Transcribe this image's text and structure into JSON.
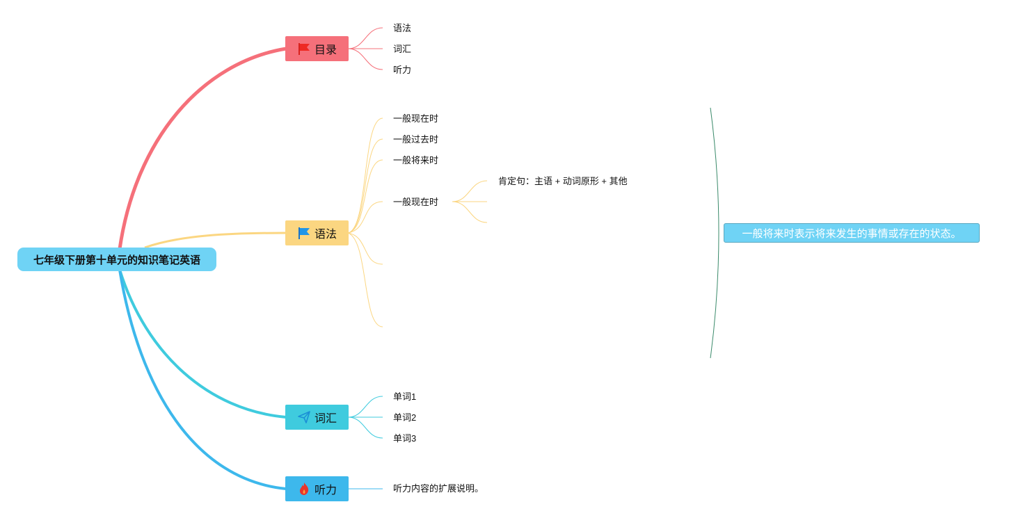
{
  "root": {
    "title": "七年级下册第十单元的知识笔记英语",
    "color": "#6fd3f5"
  },
  "branches": [
    {
      "id": "catalog",
      "label": "目录",
      "icon": "flag-icon",
      "color": "#f5707a",
      "leaves": [
        "语法",
        "词汇",
        "听力"
      ]
    },
    {
      "id": "grammar",
      "label": "语法",
      "icon": "flag-icon",
      "color": "#fbd681",
      "leaves": [
        "一般现在时",
        "一般过去时",
        "一般将来时",
        "一般现在时"
      ],
      "sub": {
        "parent": "一般现在时",
        "items": [
          "肯定句：主语 + 动词原形 + 其他"
        ]
      }
    },
    {
      "id": "vocab",
      "label": "词汇",
      "icon": "paper-plane-icon",
      "color": "#3fcbde",
      "leaves": [
        "单词1",
        "单词2",
        "单词3"
      ]
    },
    {
      "id": "listening",
      "label": "听力",
      "icon": "fire-icon",
      "color": "#3db8ec",
      "leaves": [
        "听力内容的扩展说明。"
      ]
    }
  ],
  "summary": {
    "text": "一般将来时表示将来发生的事情或存在的状态。",
    "bracket_color": "#3a8a6a"
  }
}
